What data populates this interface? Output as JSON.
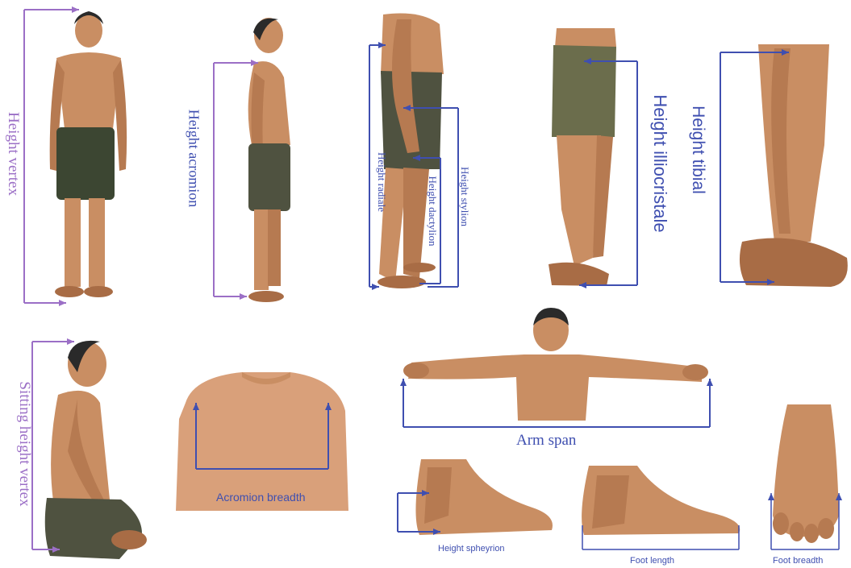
{
  "colors": {
    "purple": "#9b6fc6",
    "blue": "#3f4fb0",
    "skin": "#c98e63",
    "skin_dark": "#a86c45",
    "shorts": "#3c4632",
    "shorts_khaki": "#6b6d4c",
    "hair": "#2a2a2a"
  },
  "figures": [
    {
      "name": "back-standing-figure",
      "caption": "Height vertex"
    },
    {
      "name": "side-standing-figure",
      "caption": "Height acromion"
    },
    {
      "name": "arm-hanging-figure",
      "captions": [
        "Height radiale",
        "Height dactylion",
        "Height stylion"
      ]
    },
    {
      "name": "hip-leg-figure",
      "caption": "Height illiocristale"
    },
    {
      "name": "lower-leg-figure",
      "caption": "Height tibial"
    },
    {
      "name": "sitting-figure",
      "caption": "Sitting height vertex"
    },
    {
      "name": "back-shoulders-figure",
      "caption": "Acromion breadth"
    },
    {
      "name": "outstretched-arms-figure",
      "caption": "Arm span"
    },
    {
      "name": "ankle-figure",
      "caption": "Height spheyrion"
    },
    {
      "name": "foot-side-figure",
      "caption": "Foot length"
    },
    {
      "name": "foot-top-figure",
      "caption": "Foot breadth"
    }
  ]
}
